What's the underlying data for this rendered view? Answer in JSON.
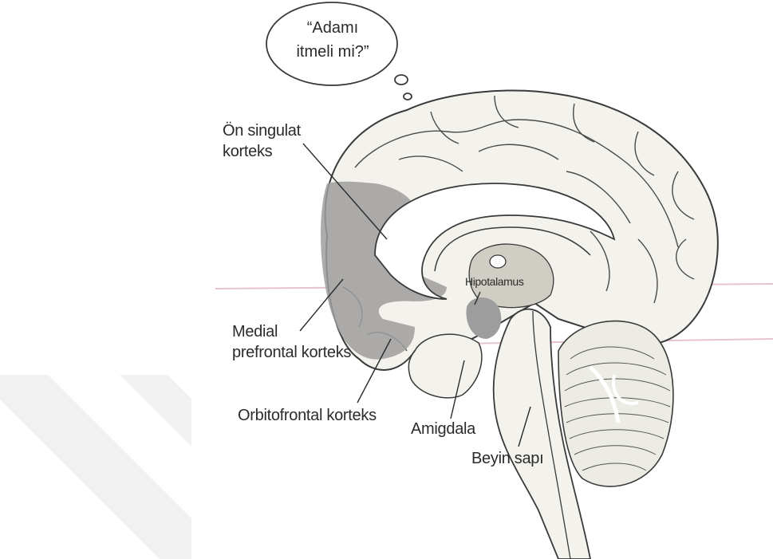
{
  "thought_bubble": {
    "line1": "“Adamı",
    "line2": "itmeli mi?”"
  },
  "labels": {
    "anterior_cingulate_line1": "Ön singulat",
    "anterior_cingulate_line2": "korteks",
    "medial_prefrontal_line1": "Medial",
    "medial_prefrontal_line2": "prefrontal korteks",
    "orbitofrontal": "Orbitofrontal korteks",
    "hypothalamus": "Hipotalamus",
    "amygdala": "Amigdala",
    "brainstem": "Beyin sapı"
  },
  "colors": {
    "shaded_region": "#9d9d9d",
    "brain_fill": "#f3f2ec",
    "outline": "#3a3a3a",
    "watermark": "#f1f1f1",
    "pink_line": "#e8c2cc"
  }
}
